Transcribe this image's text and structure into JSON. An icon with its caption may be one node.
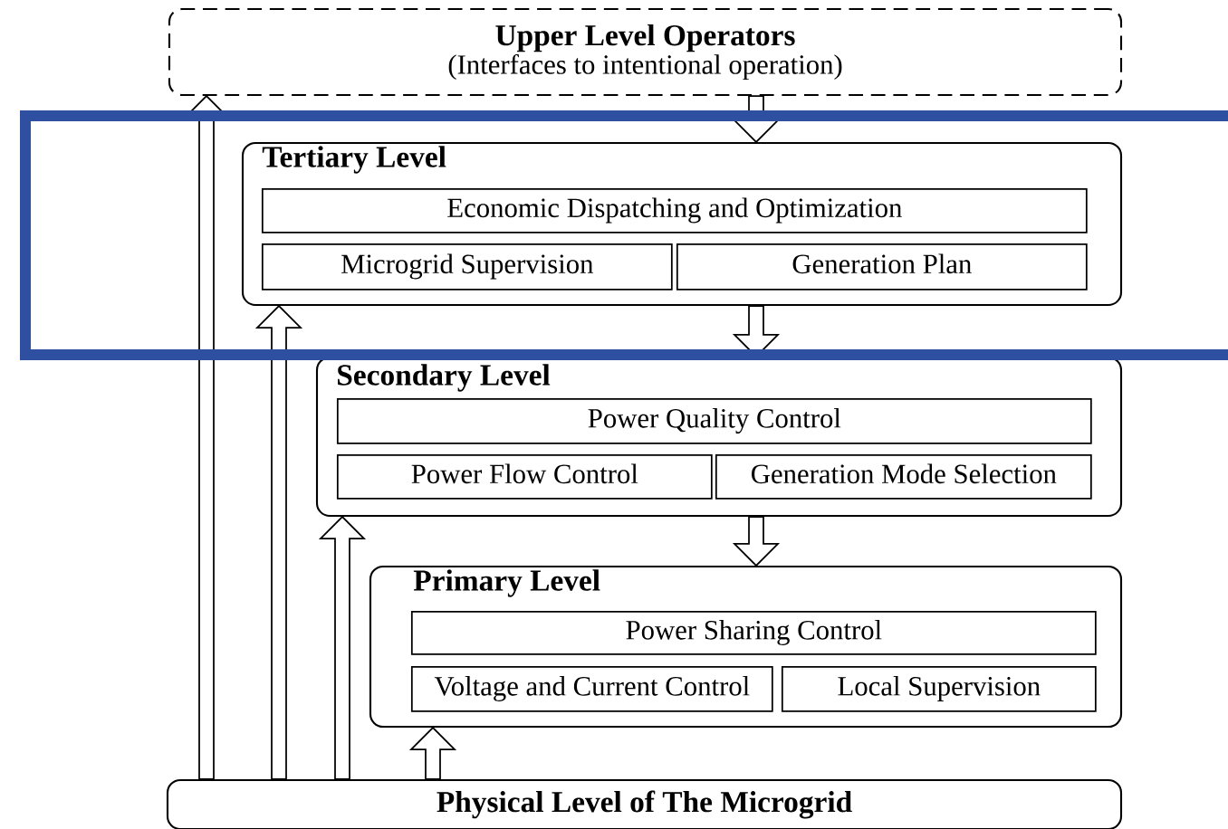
{
  "diagram": {
    "nodes": [
      {
        "text": [
          "Upper Level Operators",
          "(Interfaces to intentional operation)"
        ]
      },
      {
        "text": [
          "Tertiary Level"
        ]
      },
      {
        "text": [
          "Economic Dispatching and Optimization"
        ],
        "in": 1
      },
      {
        "text": [
          "Microgrid Supervision"
        ],
        "in": 1
      },
      {
        "text": [
          "Generation Plan"
        ],
        "in": 1
      },
      {
        "text": [
          "Secondary Level"
        ]
      },
      {
        "text": [
          "Power Quality Control"
        ],
        "in": 5
      },
      {
        "text": [
          "Power Flow Control"
        ],
        "in": 5
      },
      {
        "text": [
          "Generation Mode Selection"
        ],
        "in": 5
      },
      {
        "text": [
          "Primary Level"
        ]
      },
      {
        "text": [
          "Power Sharing Control"
        ],
        "in": 9
      },
      {
        "text": [
          "Voltage and Current Control"
        ],
        "in": 9
      },
      {
        "text": [
          "Local Supervision"
        ],
        "in": 9
      },
      {
        "text": [
          "Physical Level of The Microgrid"
        ]
      }
    ],
    "edges": [
      {
        "from": 0,
        "to": 1,
        "arrow": "to"
      },
      {
        "from": 1,
        "to": 5,
        "arrow": "to"
      },
      {
        "from": 5,
        "to": 9,
        "arrow": "to"
      },
      {
        "from": 13,
        "to": 9,
        "arrow": "to"
      },
      {
        "from": 13,
        "to": 5,
        "arrow": "to"
      },
      {
        "from": 13,
        "to": 1,
        "arrow": "to"
      },
      {
        "from": 13,
        "to": 0,
        "arrow": "to"
      }
    ]
  }
}
